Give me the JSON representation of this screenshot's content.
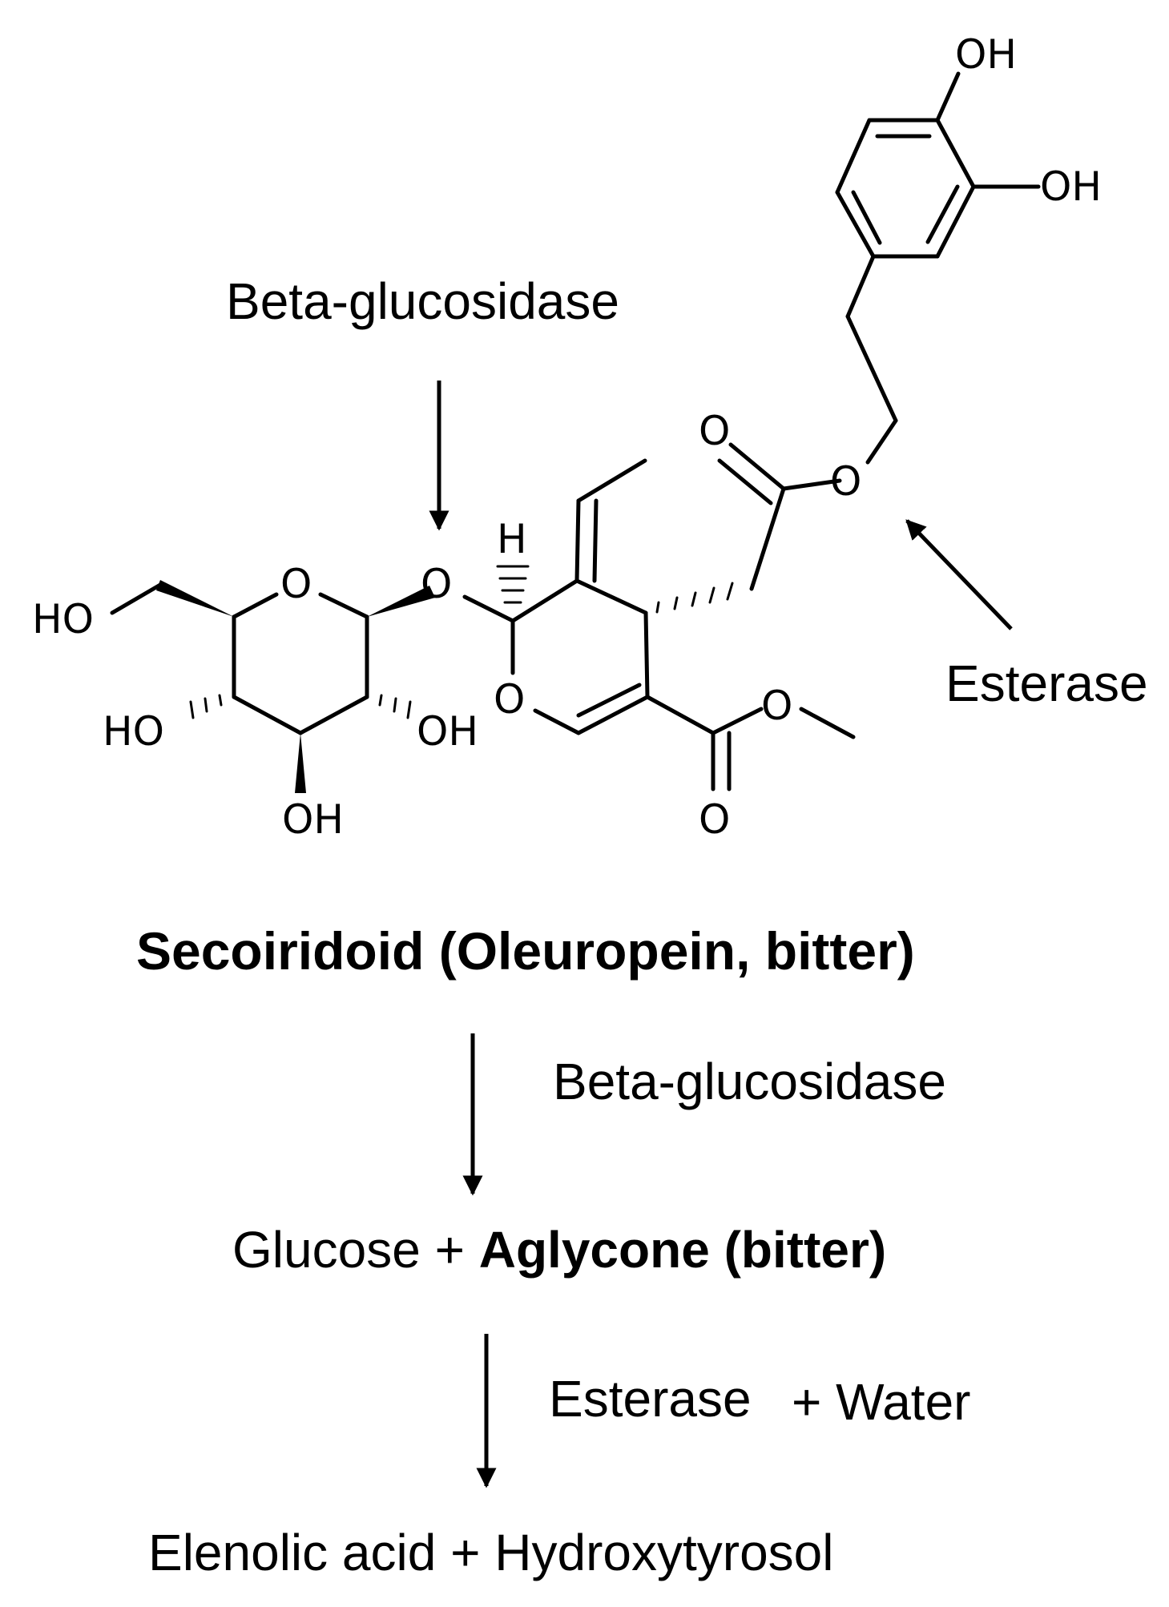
{
  "structure": {
    "atoms": {
      "oh_top": "OH",
      "oh_right": "OH",
      "o_carbonyl_top": "O",
      "o_ester": "O",
      "o_glyco": "O",
      "o_ring_glucose": "O",
      "h_stereo": "H",
      "ho_left": "HO",
      "ho_bottom_left": "HO",
      "oh_bottom_mid": "OH",
      "oh_bottom": "OH",
      "o_ring_pyran": "O",
      "o_methoxy": "O",
      "o_carbonyl_bottom": "O"
    },
    "enzyme_top": "Beta-glucosidase",
    "enzyme_right": "Esterase"
  },
  "compound": "Secoiridoid (Oleuropein, bitter)",
  "steps": [
    {
      "enzyme": "Beta-glucosidase",
      "product_plain": "Glucose + ",
      "product_bold": "Aglycone (bitter)"
    },
    {
      "enzyme": "Esterase",
      "cofactor": "+ Water",
      "product": "Elenolic acid + Hydroxytyrosol"
    }
  ]
}
